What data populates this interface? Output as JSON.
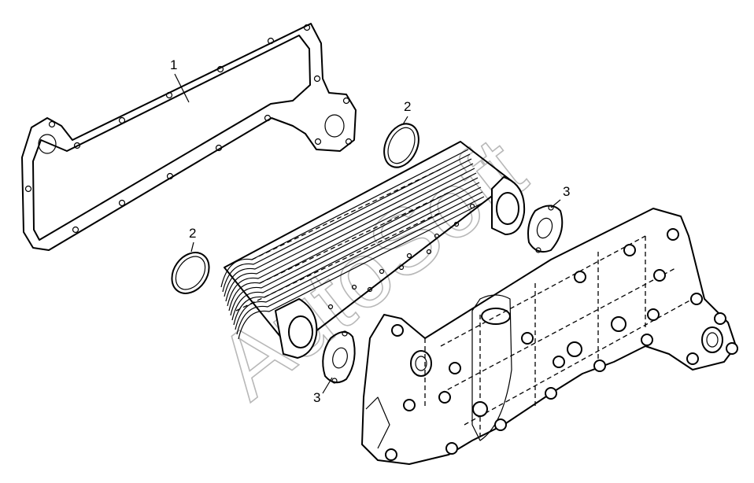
{
  "callouts": [
    {
      "id": "gasket",
      "label": "1"
    },
    {
      "id": "o-ring-upper",
      "label": "2"
    },
    {
      "id": "o-ring-left",
      "label": "2"
    },
    {
      "id": "flange-gasket-right",
      "label": "3"
    },
    {
      "id": "flange-gasket-lower",
      "label": "3"
    }
  ],
  "watermark": {
    "text": "AutoSoft",
    "color": "#b8b8b8"
  },
  "line_color": "#000000",
  "background": "#ffffff"
}
